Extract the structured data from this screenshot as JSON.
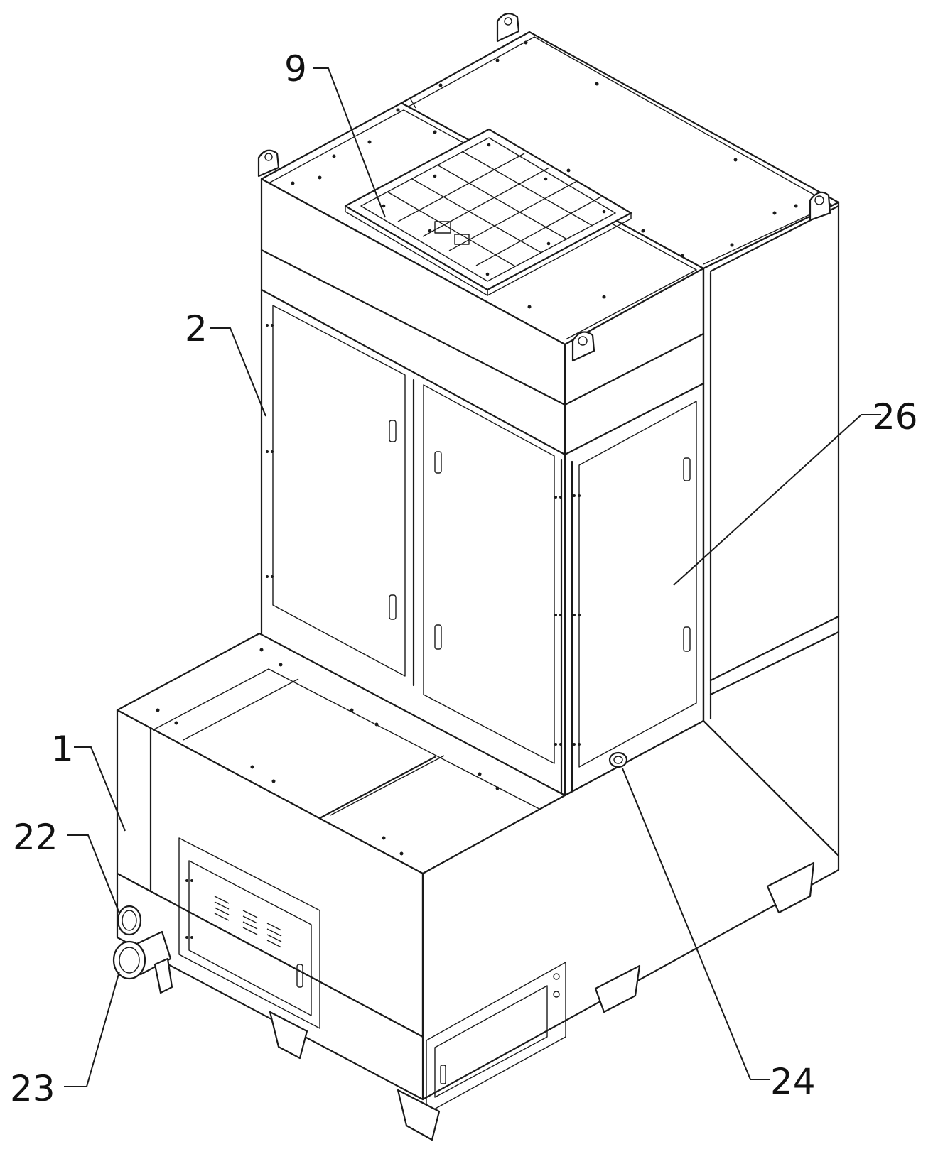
{
  "diagram": {
    "labels": [
      {
        "id": "label-9",
        "text": "9"
      },
      {
        "id": "label-2",
        "text": "2"
      },
      {
        "id": "label-26",
        "text": "26"
      },
      {
        "id": "label-1",
        "text": "1"
      },
      {
        "id": "label-22",
        "text": "22"
      },
      {
        "id": "label-23",
        "text": "23"
      },
      {
        "id": "label-24",
        "text": "24"
      }
    ]
  }
}
